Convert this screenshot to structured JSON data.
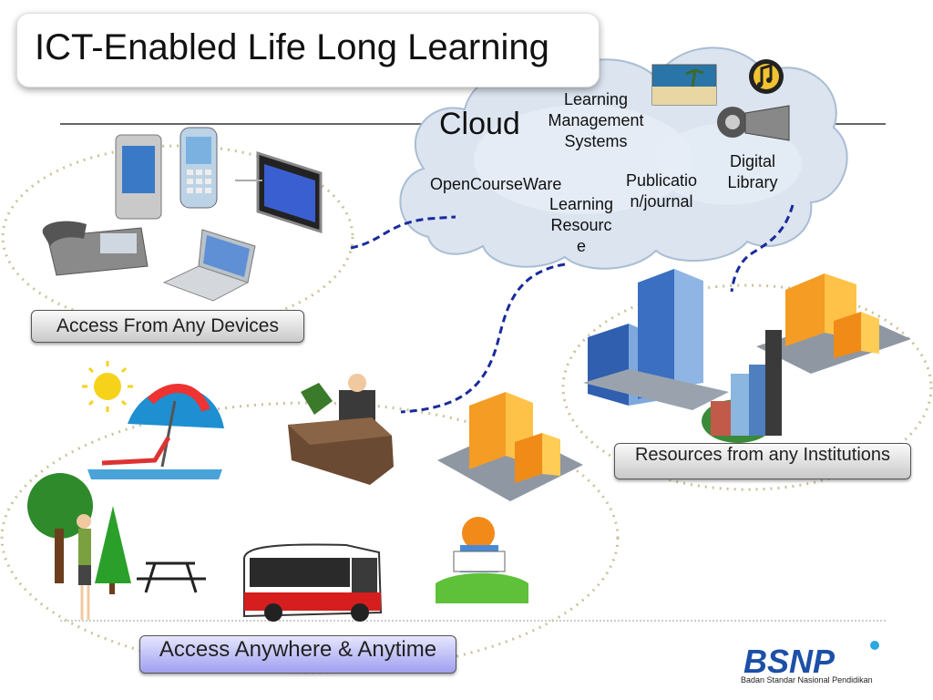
{
  "slide": {
    "title": "ICT-Enabled Life Long Learning"
  },
  "cloud": {
    "label": "Cloud",
    "items": {
      "lms": "Learning\nManagement\nSystems",
      "ocw": "OpenCourseWare",
      "lr": "Learning\nResourc\ne",
      "pub": "Publicatio\nn/journal",
      "dl": "Digital\nLibrary"
    }
  },
  "labels": {
    "devices": "Access From Any Devices",
    "institutions": "Resources from any Institutions",
    "anywhere": "Access Anywhere & Anytime"
  },
  "logo": {
    "text": "BSNP",
    "subtitle": "Badan Standar Nasional Pendidikan"
  },
  "colors": {
    "connector": "#1a2a9c",
    "cloud": "#d9e3ef",
    "dotted_ellipse": "#c9c39a"
  }
}
